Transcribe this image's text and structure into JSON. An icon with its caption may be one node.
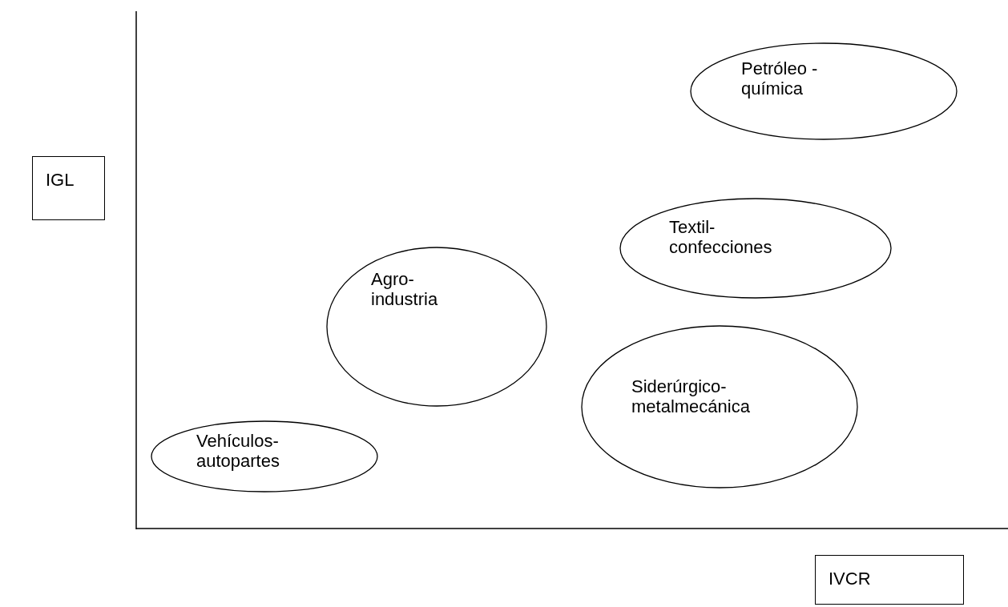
{
  "diagram": {
    "nodes": [
      {
        "text": [
          "Petróleo - química"
        ]
      },
      {
        "text": [
          "IGL"
        ]
      },
      {
        "text": [
          "Textil- confecciones"
        ]
      },
      {
        "text": [
          "Agro- industria"
        ]
      },
      {
        "text": [
          "Siderúrgico- metalmecánica"
        ]
      },
      {
        "text": [
          "Vehículos- autopartes"
        ]
      },
      {
        "text": [
          "IVCR"
        ]
      }
    ],
    "edges": []
  }
}
